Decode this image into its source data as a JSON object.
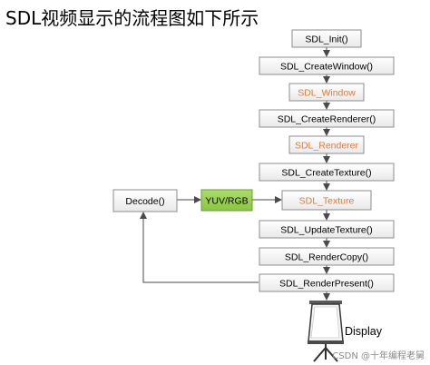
{
  "title": "SDL视频显示的流程图如下所示",
  "nodes": {
    "sdl_init": "SDL_Init()",
    "create_window": "SDL_CreateWindow()",
    "sdl_window": "SDL_Window",
    "create_renderer": "SDL_CreateRenderer()",
    "sdl_renderer": "SDL_Renderer",
    "create_texture": "SDL_CreateTexture()",
    "sdl_texture": "SDL_Texture",
    "update_texture": "SDL_UpdateTexture()",
    "render_copy": "SDL_RenderCopy()",
    "render_present": "SDL_RenderPresent()",
    "decode": "Decode()",
    "yuv_rgb": "YUV/RGB"
  },
  "display_label": "Display",
  "watermark": "CSDN @十年编程老舅",
  "colors": {
    "call_text": "#000000",
    "object_text": "#E07B39",
    "yuv_fill": "#92D050",
    "yuv_border": "#6F9A35"
  }
}
